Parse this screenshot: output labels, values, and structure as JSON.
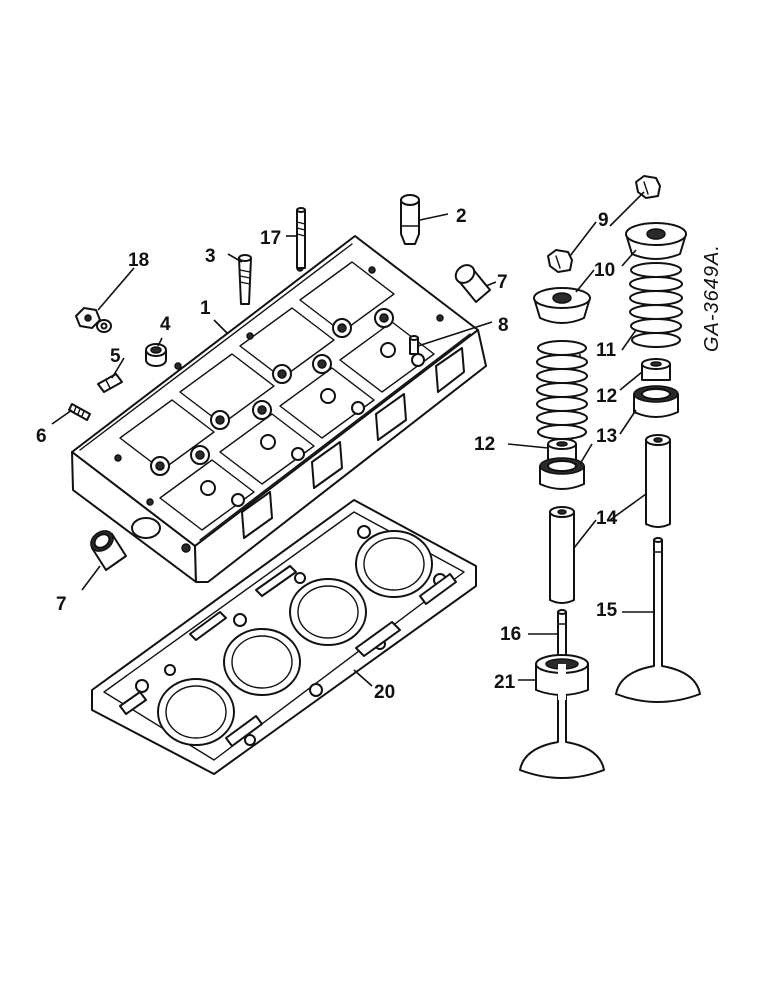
{
  "drawing_code": "GA-3649A.",
  "callouts": {
    "c1": "1",
    "c2": "2",
    "c3": "3",
    "c4": "4",
    "c5": "5",
    "c6": "6",
    "c7a": "7",
    "c7b": "7",
    "c8": "8",
    "c9": "9",
    "c10": "10",
    "c11": "11",
    "c12a": "12",
    "c12b": "12",
    "c13": "13",
    "c14": "14",
    "c15": "15",
    "c16": "16",
    "c17": "17",
    "c18": "18",
    "c20": "20",
    "c21": "21"
  }
}
